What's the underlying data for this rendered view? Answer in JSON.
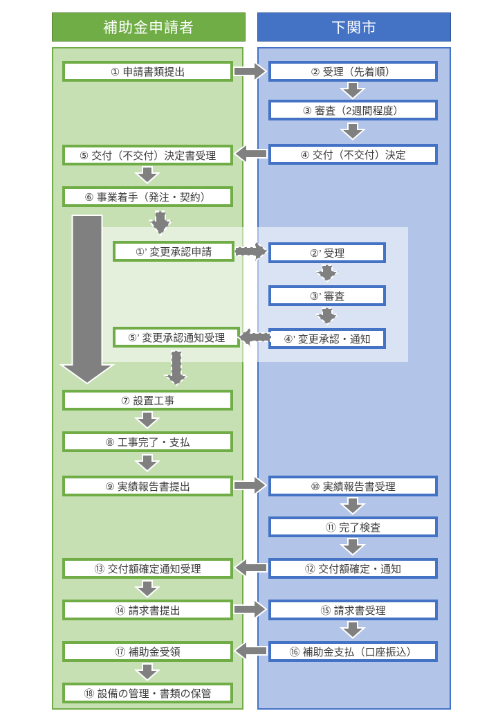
{
  "headers": {
    "applicant": "補助金申請者",
    "city": "下関市"
  },
  "steps": {
    "s1": "① 申請書類提出",
    "s2": "② 受理（先着順）",
    "s3": "③ 審査（2週間程度）",
    "s4": "④ 交付（不交付）決定",
    "s5": "⑤ 交付（不交付）決定書受理",
    "s6": "⑥ 事業着手（発注・契約）",
    "s1p": "①’ 変更承認申請",
    "s2p": "②’ 受理",
    "s3p": "③’ 審査",
    "s4p": "④’ 変更承認・通知",
    "s5p": "⑤’ 変更承認通知受理",
    "s7": "⑦ 設置工事",
    "s8": "⑧ 工事完了・支払",
    "s9": "⑨ 実績報告書提出",
    "s10": "⑩ 実績報告書受理",
    "s11": "⑪ 完了検査",
    "s12": "⑫ 交付額確定・通知",
    "s13": "⑬ 交付額確定通知受理",
    "s14": "⑭ 請求書提出",
    "s15": "⑮ 請求書受理",
    "s16": "⑯ 補助金支払（口座振込）",
    "s17": "⑰ 補助金受領",
    "s18": "⑱ 設備の管理・書類の保管"
  },
  "colors": {
    "applicant_lane": "#70AD47",
    "applicant_lane_light": "#C6E0B4",
    "applicant_header_border": "#538135",
    "city_lane": "#4472C4",
    "city_lane_light": "#B2C5E9",
    "city_header_border": "#2F5597",
    "arrow_gray": "#808080",
    "box_fill": "#FFFFFF",
    "text": "#3B3B3B"
  }
}
